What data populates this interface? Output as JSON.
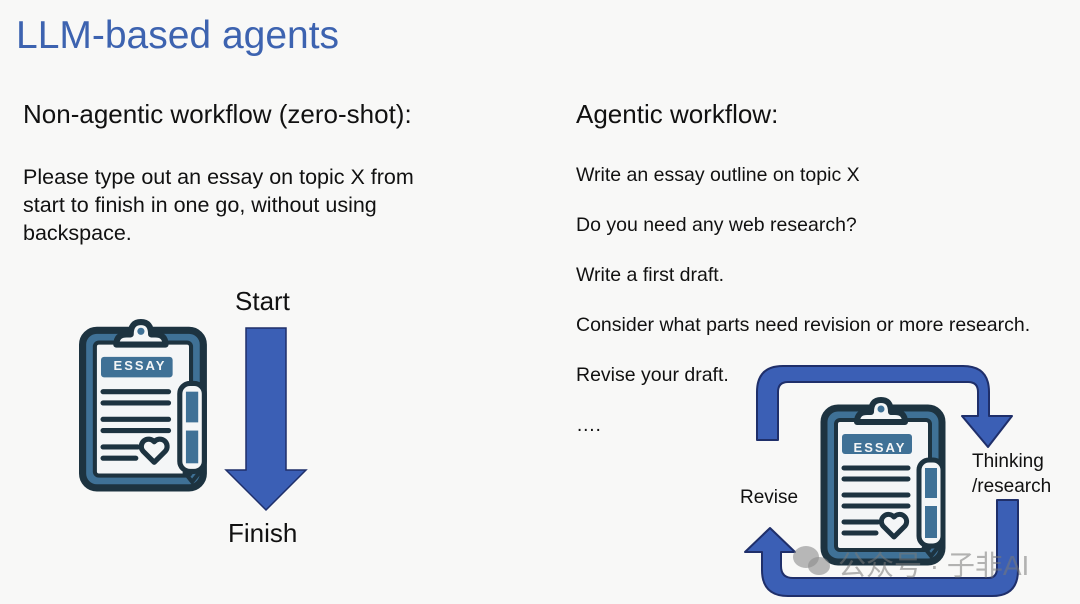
{
  "slide": {
    "title": "LLM-based agents",
    "left": {
      "heading": "Non-agentic workflow (zero-shot):",
      "prompt_lines": [
        "Please type out an essay on topic X from",
        "start to finish in one go, without using",
        "backspace."
      ],
      "start_label": "Start",
      "finish_label": "Finish",
      "icon_text": "ESSAY"
    },
    "right": {
      "heading": "Agentic workflow:",
      "steps": [
        "Write an essay outline on topic X",
        "Do you need any web research?",
        "Write a first draft.",
        "Consider what parts need revision or more research.",
        "Revise your draft.",
        "…."
      ],
      "loop_labels": {
        "revise": "Revise",
        "thinking": "Thinking",
        "research": "/research"
      },
      "icon_text": "ESSAY"
    },
    "watermark": "公众号 · 子非AI"
  },
  "colors": {
    "title": "#3d63b0",
    "arrow": "#3b5fb5",
    "arrow_outline": "#1f2f6a",
    "icon_dark": "#1d3340",
    "icon_blue": "#3f7196"
  }
}
